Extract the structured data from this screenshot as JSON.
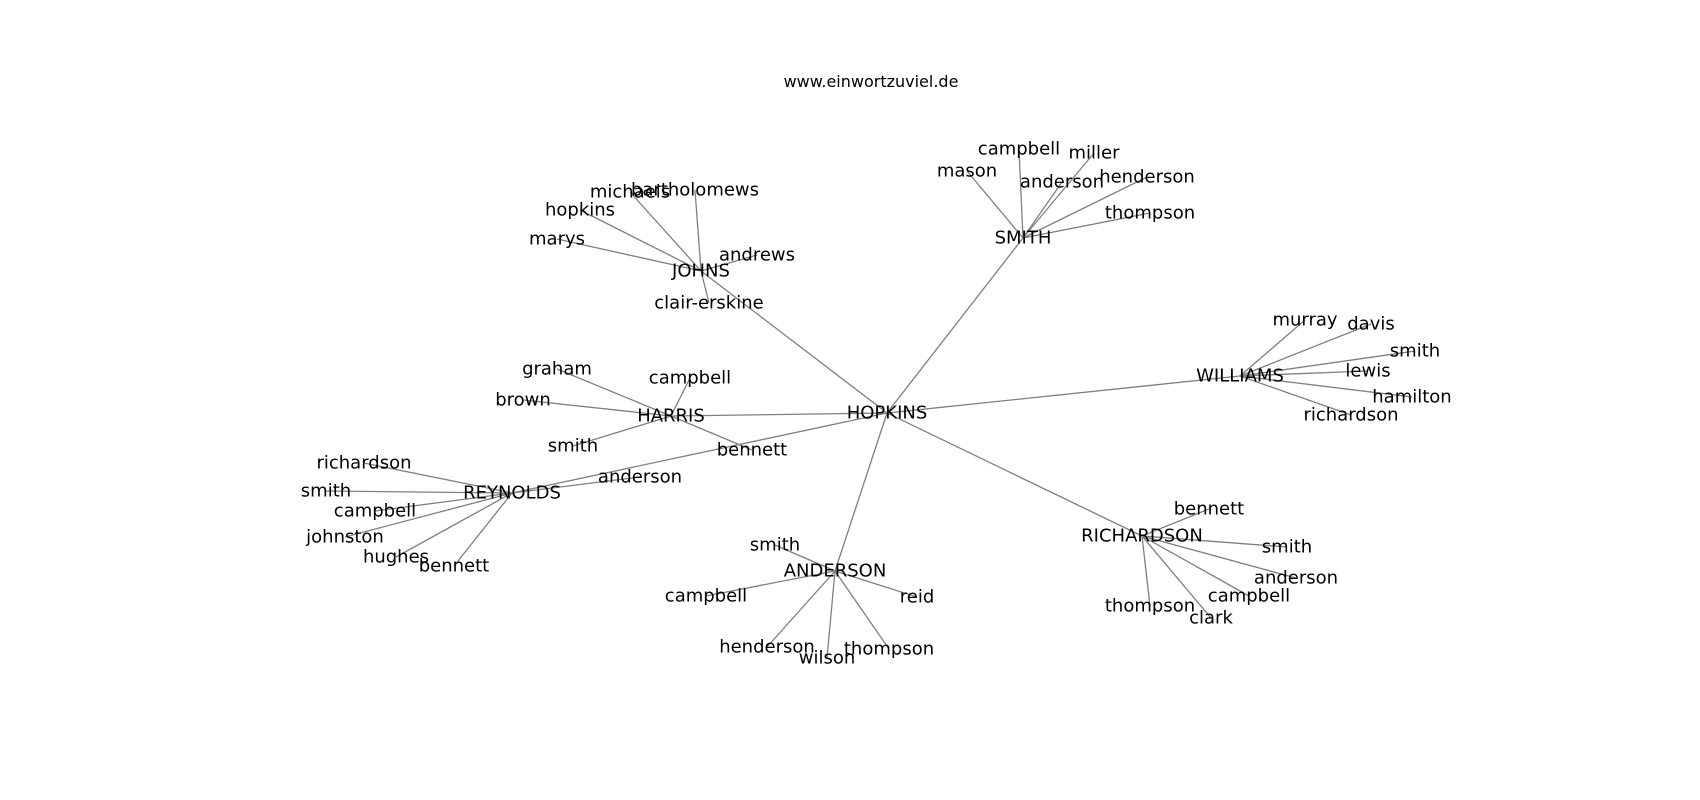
{
  "header": {
    "site": "www.einwortzuviel.de"
  },
  "graph": {
    "root": "HOPKINS",
    "hubs": [
      {
        "name": "JOHNS",
        "children": [
          "bartholomews",
          "michaels",
          "hopkins",
          "marys",
          "andrews",
          "clair-erskine"
        ]
      },
      {
        "name": "SMITH",
        "children": [
          "campbell",
          "miller",
          "mason",
          "anderson",
          "henderson",
          "thompson"
        ]
      },
      {
        "name": "WILLIAMS",
        "children": [
          "murray",
          "davis",
          "smith",
          "lewis",
          "hamilton",
          "richardson"
        ]
      },
      {
        "name": "HARRIS",
        "children": [
          "graham",
          "campbell",
          "brown",
          "smith",
          "bennett"
        ]
      },
      {
        "name": "REYNOLDS",
        "children": [
          "richardson",
          "smith",
          "campbell",
          "johnston",
          "hughes",
          "bennett",
          "anderson"
        ]
      },
      {
        "name": "ANDERSON",
        "children": [
          "smith",
          "campbell",
          "reid",
          "henderson",
          "wilson",
          "thompson"
        ]
      },
      {
        "name": "RICHARDSON",
        "children": [
          "bennett",
          "smith",
          "anderson",
          "campbell",
          "thompson",
          "clark"
        ]
      }
    ]
  }
}
